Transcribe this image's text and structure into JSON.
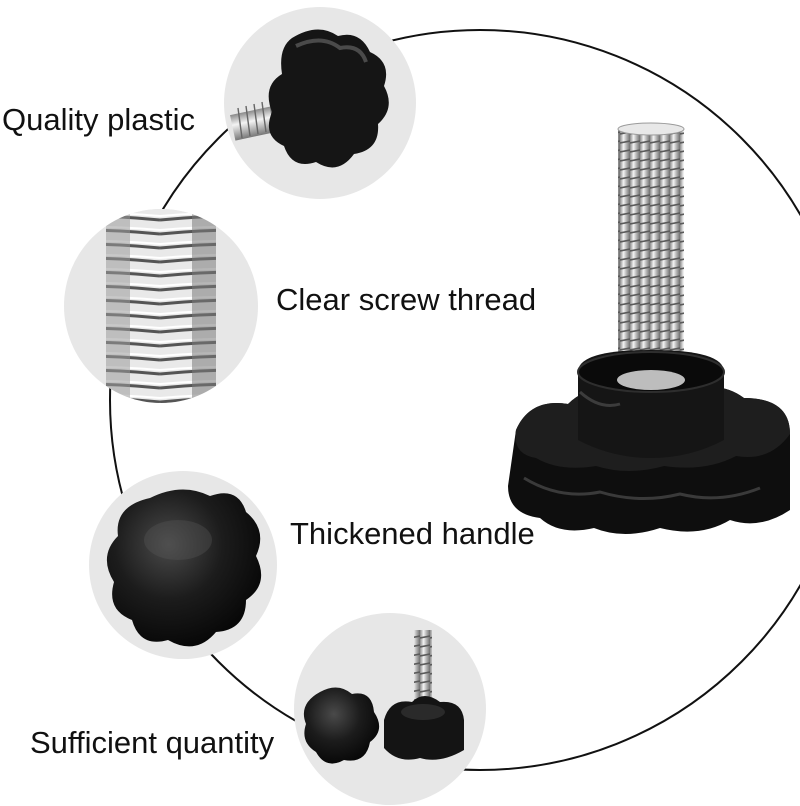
{
  "features": [
    {
      "key": "quality",
      "label": "Quality plastic"
    },
    {
      "key": "thread",
      "label": "Clear screw thread"
    },
    {
      "key": "handle",
      "label": "Thickened handle"
    },
    {
      "key": "quantity",
      "label": "Sufficient quantity"
    }
  ],
  "colors": {
    "background": "#ffffff",
    "circle_bg": "#e7e7e7",
    "knob_black": "#111111",
    "steel": "#c8c8c8",
    "text": "#111111"
  }
}
